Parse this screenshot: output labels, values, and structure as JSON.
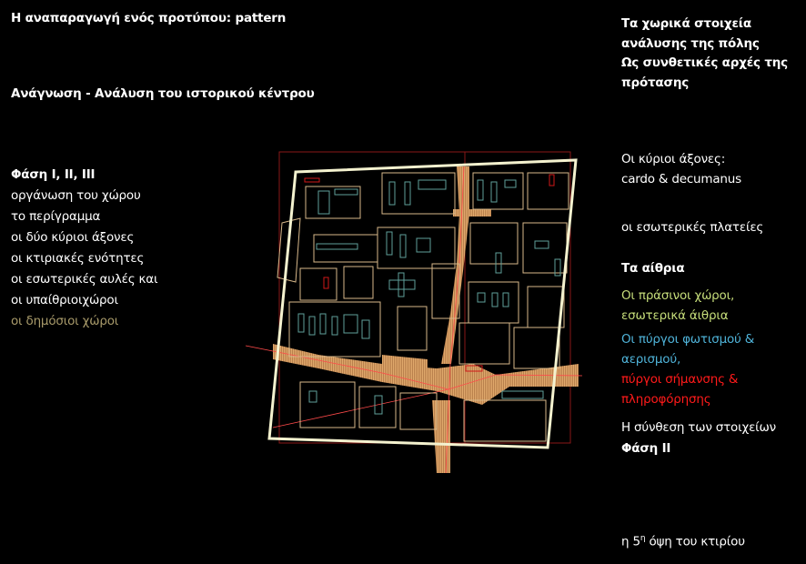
{
  "left": {
    "title": "Η αναπαραγωγή ενός προτύπου: pattern",
    "subtitle": "Ανάγνωση - Ανάλυση του ιστορικού κέντρου",
    "phase_heading": "Φάση Ι, ΙΙ, ΙΙΙ",
    "items": [
      "οργάνωση του χώρου",
      "το περίγραμμα",
      "οι δύο κύριοι άξονες",
      "οι κτιριακές ενότητες",
      "οι εσωτερικές αυλές και",
      "οι υπαίθριοιχώροι"
    ],
    "public_spaces": "οι δημόσιοι χώροι"
  },
  "right": {
    "heading_lines": [
      "Τα χωρικά στοιχεία",
      "ανάλυσης της πόλης",
      "Ως συνθετικές αρχές της",
      "πρότασης"
    ],
    "axes_lines": [
      "Οι κύριοι άξονες:",
      "cardo & decumanus"
    ],
    "squares": "οι εσωτερικές πλατείες",
    "atria": "Τα  αίθρια",
    "green_lines": [
      "Οι πράσινοι χώροι,",
      "εσωτερικά άιθρια"
    ],
    "towers_lines": [
      "Οι πύργοι φωτισμού &",
      "αερισμού,"
    ],
    "signal_lines": [
      "πύργοι σήμανσης &",
      "πληροφόρησης"
    ],
    "synthesis": "Η σύνθεση των στοιχείων",
    "phase2": "Φάση ΙΙ",
    "facade_pre": "η 5",
    "facade_sup": "η",
    "facade_post": " όψη του κτιρίου"
  },
  "colors": {
    "public": "#a89a6a",
    "green": "#c6dd7a",
    "blue": "#4fb3d9",
    "red": "#ff1a1a",
    "plan_outline": "#f4f2cf",
    "axis_fill": "#c8915a",
    "block_stroke": "#d8b88a",
    "court_stroke": "#5f9f9a"
  }
}
